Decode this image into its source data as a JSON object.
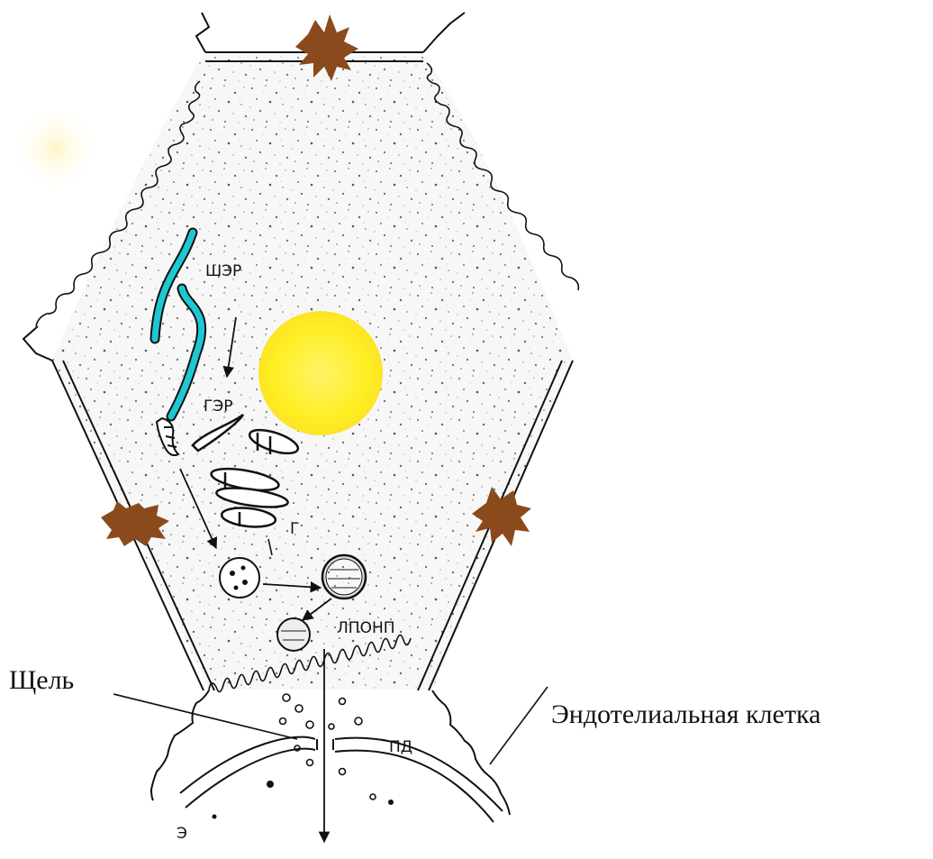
{
  "labels": {
    "sher": "ШЭР",
    "ger": "ГЭР",
    "golgi": "Г",
    "lpon": "ЛПОНП",
    "pd": "ПД",
    "e": "Э",
    "gap": "Щель",
    "endothelial": "Эндотелиальная клетка"
  },
  "icons": {
    "nucleus": "nucleus-icon",
    "desmosome": "desmosome-icon",
    "vesicle": "vesicle-icon"
  },
  "colors": {
    "nucleus": "#ffef22",
    "ser": "#1ec8d2",
    "desmosome": "#8a4a1c",
    "outline": "#111111"
  }
}
